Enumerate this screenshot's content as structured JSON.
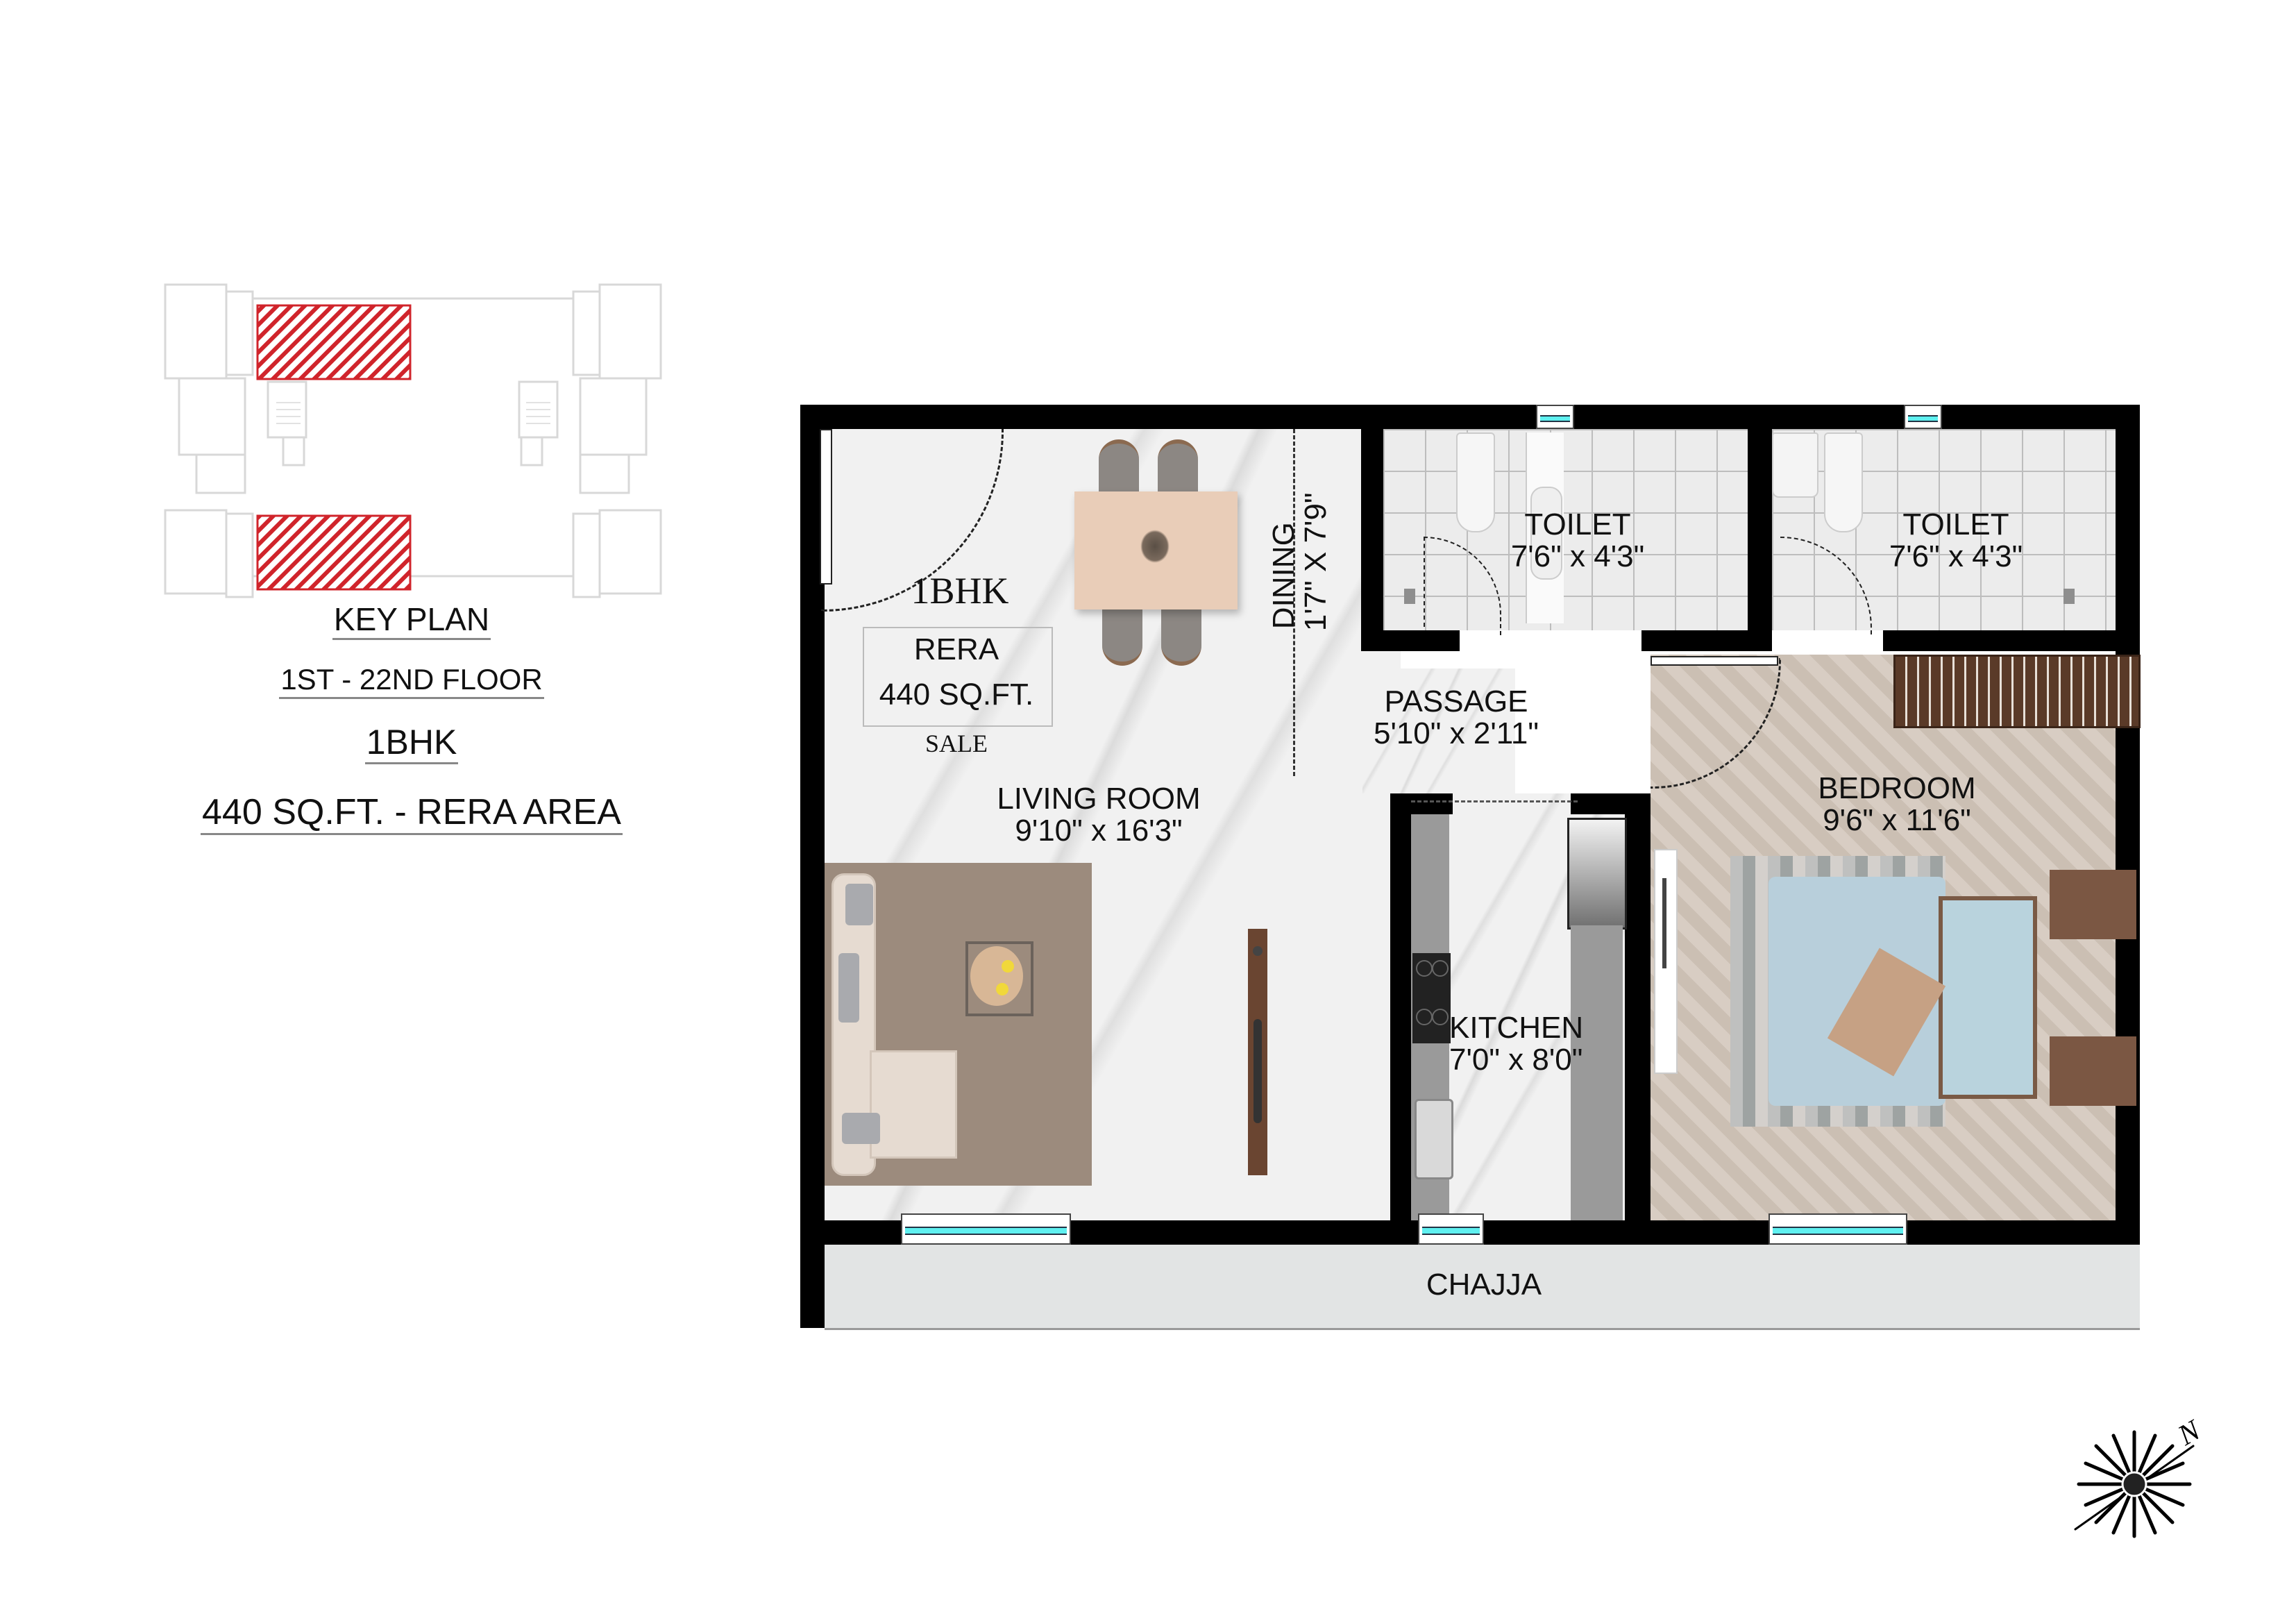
{
  "key_plan": {
    "title": "KEY PLAN",
    "floor_range": "1ST - 22ND FLOOR",
    "unit_type": "1BHK",
    "area": "440 SQ.FT. - RERA AREA",
    "highlight_color": "#d0242b"
  },
  "plan": {
    "unit_badge": "1BHK",
    "rera_label": "RERA",
    "rera_area": "440 SQ.FT.",
    "sale_label": "SALE",
    "rooms": {
      "living": {
        "name": "LIVING ROOM",
        "size": "9'10\" x 16'3\""
      },
      "dining": {
        "name": "DINING",
        "size": "1'7\" X 7'9\""
      },
      "toilet_1": {
        "name": "TOILET",
        "size": "7'6\" x 4'3\""
      },
      "toilet_2": {
        "name": "TOILET",
        "size": "7'6\" x 4'3\""
      },
      "passage": {
        "name": "PASSAGE",
        "size": "5'10\" x 2'11\""
      },
      "bedroom": {
        "name": "BEDROOM",
        "size": "9'6\" x 11'6\""
      },
      "kitchen": {
        "name": "KITCHEN",
        "size": "7'0\" x 8'0\""
      },
      "chajja": {
        "name": "CHAJJA"
      }
    },
    "colors": {
      "wall": "#000000",
      "window_glass": "#5ff0f0",
      "marble": "#f1f1f1",
      "herringbone": "#d6cabe",
      "chajja": "#e2e4e4"
    }
  },
  "compass": {
    "north_label": "N"
  }
}
